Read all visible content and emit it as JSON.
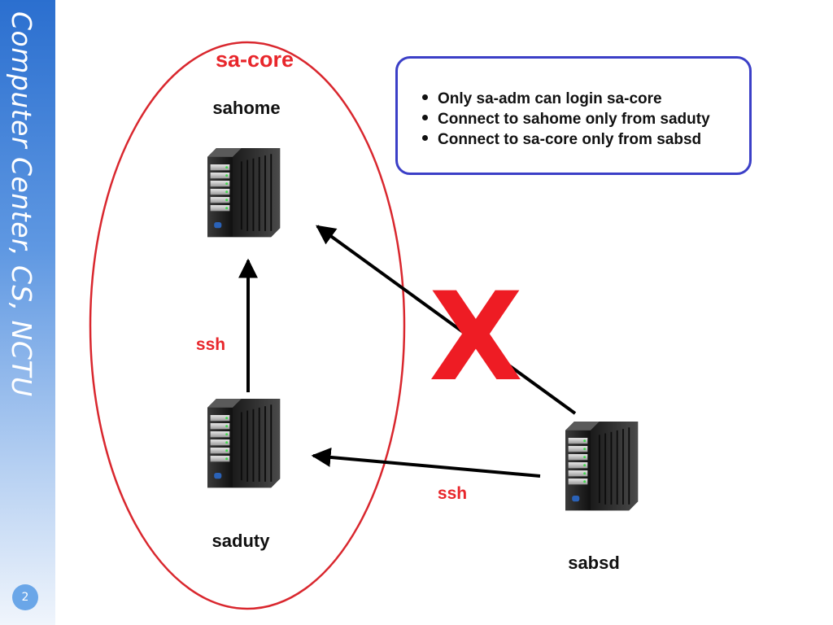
{
  "sidebar": {
    "title": "Computer Center, CS, NCTU",
    "page_number": "2"
  },
  "diagram": {
    "group_label": "sa-core",
    "nodes": {
      "sahome": "sahome",
      "saduty": "saduty",
      "sabsd": "sabsd"
    },
    "edges": {
      "saduty_to_sahome": "ssh",
      "sabsd_to_saduty": "ssh"
    },
    "blocked_marker": "X",
    "colors": {
      "group_outline": "#d9272e",
      "label_red": "#e8262b",
      "rule_box_border": "#3b3fc7",
      "arrow": "#000000"
    }
  },
  "rules": [
    "Only sa-adm can login sa-core",
    "Connect to sahome only from saduty",
    "Connect to sa-core only from sabsd"
  ]
}
